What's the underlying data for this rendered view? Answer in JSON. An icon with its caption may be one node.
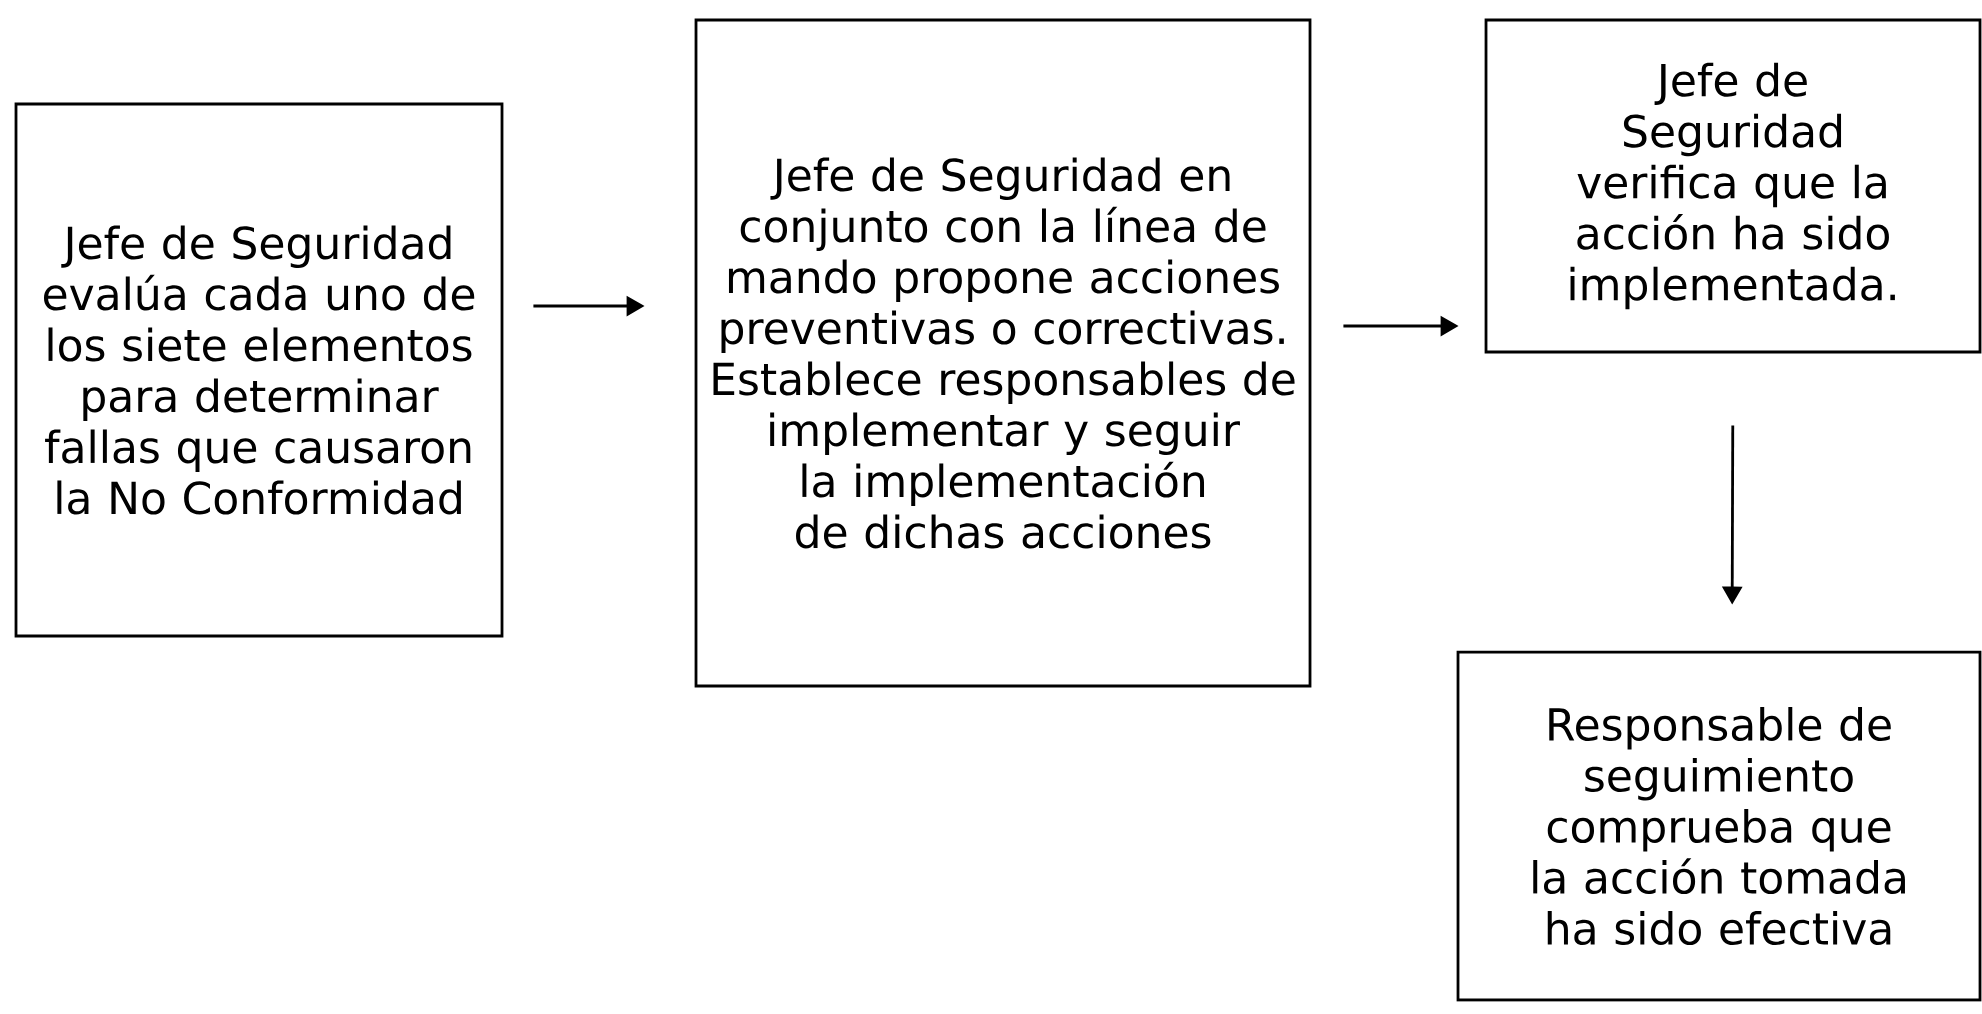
{
  "diagram": {
    "nodes": [
      {
        "text": [
          "Jefe de Seguridad evalúa cada uno de los siete elementos para determinar fallas que causaron la No Conformidad"
        ]
      },
      {
        "text": [
          "Jefe de Seguridad en conjunto con la línea de mando propone acciones preventivas o correctivas. Establece responsables de implementar y seguir la implementación de dichas acciones"
        ]
      },
      {
        "text": [
          "Jefe de Seguridad verifica que la acción ha sido implementada."
        ]
      },
      {
        "text": [
          "Responsable de seguimiento comprueba que la acción tomada ha sido efectiva"
        ]
      }
    ],
    "edges": [
      {
        "from": 0,
        "to": 1,
        "arrow": "to"
      },
      {
        "from": 1,
        "to": 2,
        "arrow": "to"
      },
      {
        "from": 2,
        "to": 3,
        "arrow": "to"
      }
    ]
  }
}
